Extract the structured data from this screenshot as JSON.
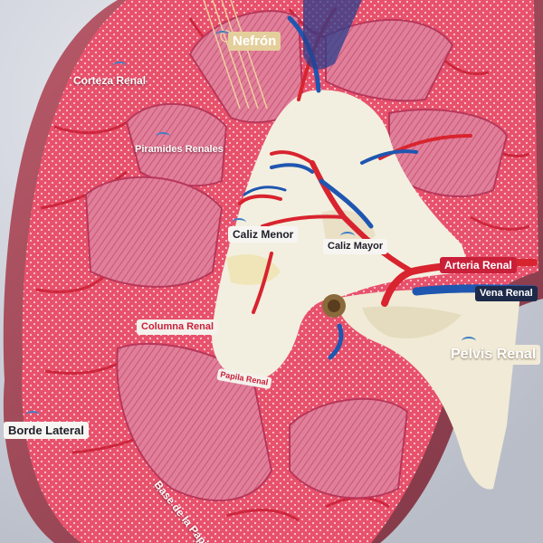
{
  "image": {
    "description_free_labels": true
  },
  "labels": {
    "nefron": "Nefrón",
    "corteza_renal": "Corteza Renal",
    "piramides_renales": "Piramides Renales",
    "caliz_menor": "Caliz Menor",
    "caliz_mayor": "Caliz Mayor",
    "arteria_renal": "Arteria Renal",
    "vena_renal": "Vena Renal",
    "columna_renal": "Columna Renal",
    "pelvis_renal": "Pelvis Renal",
    "papila_renal": "Papila Renal",
    "borde_lateral": "Borde Lateral",
    "base_papila": "Base de la Papila"
  },
  "colors": {
    "cortex": "#e23b58",
    "medulla_pink": "#e07f9a",
    "capsule": "#a24a5a",
    "artery": "#d8242f",
    "vein": "#1f56b0",
    "sinus": "#f3efe0",
    "pelvis": "#f1ead6",
    "marker": "#3f7fc4"
  }
}
